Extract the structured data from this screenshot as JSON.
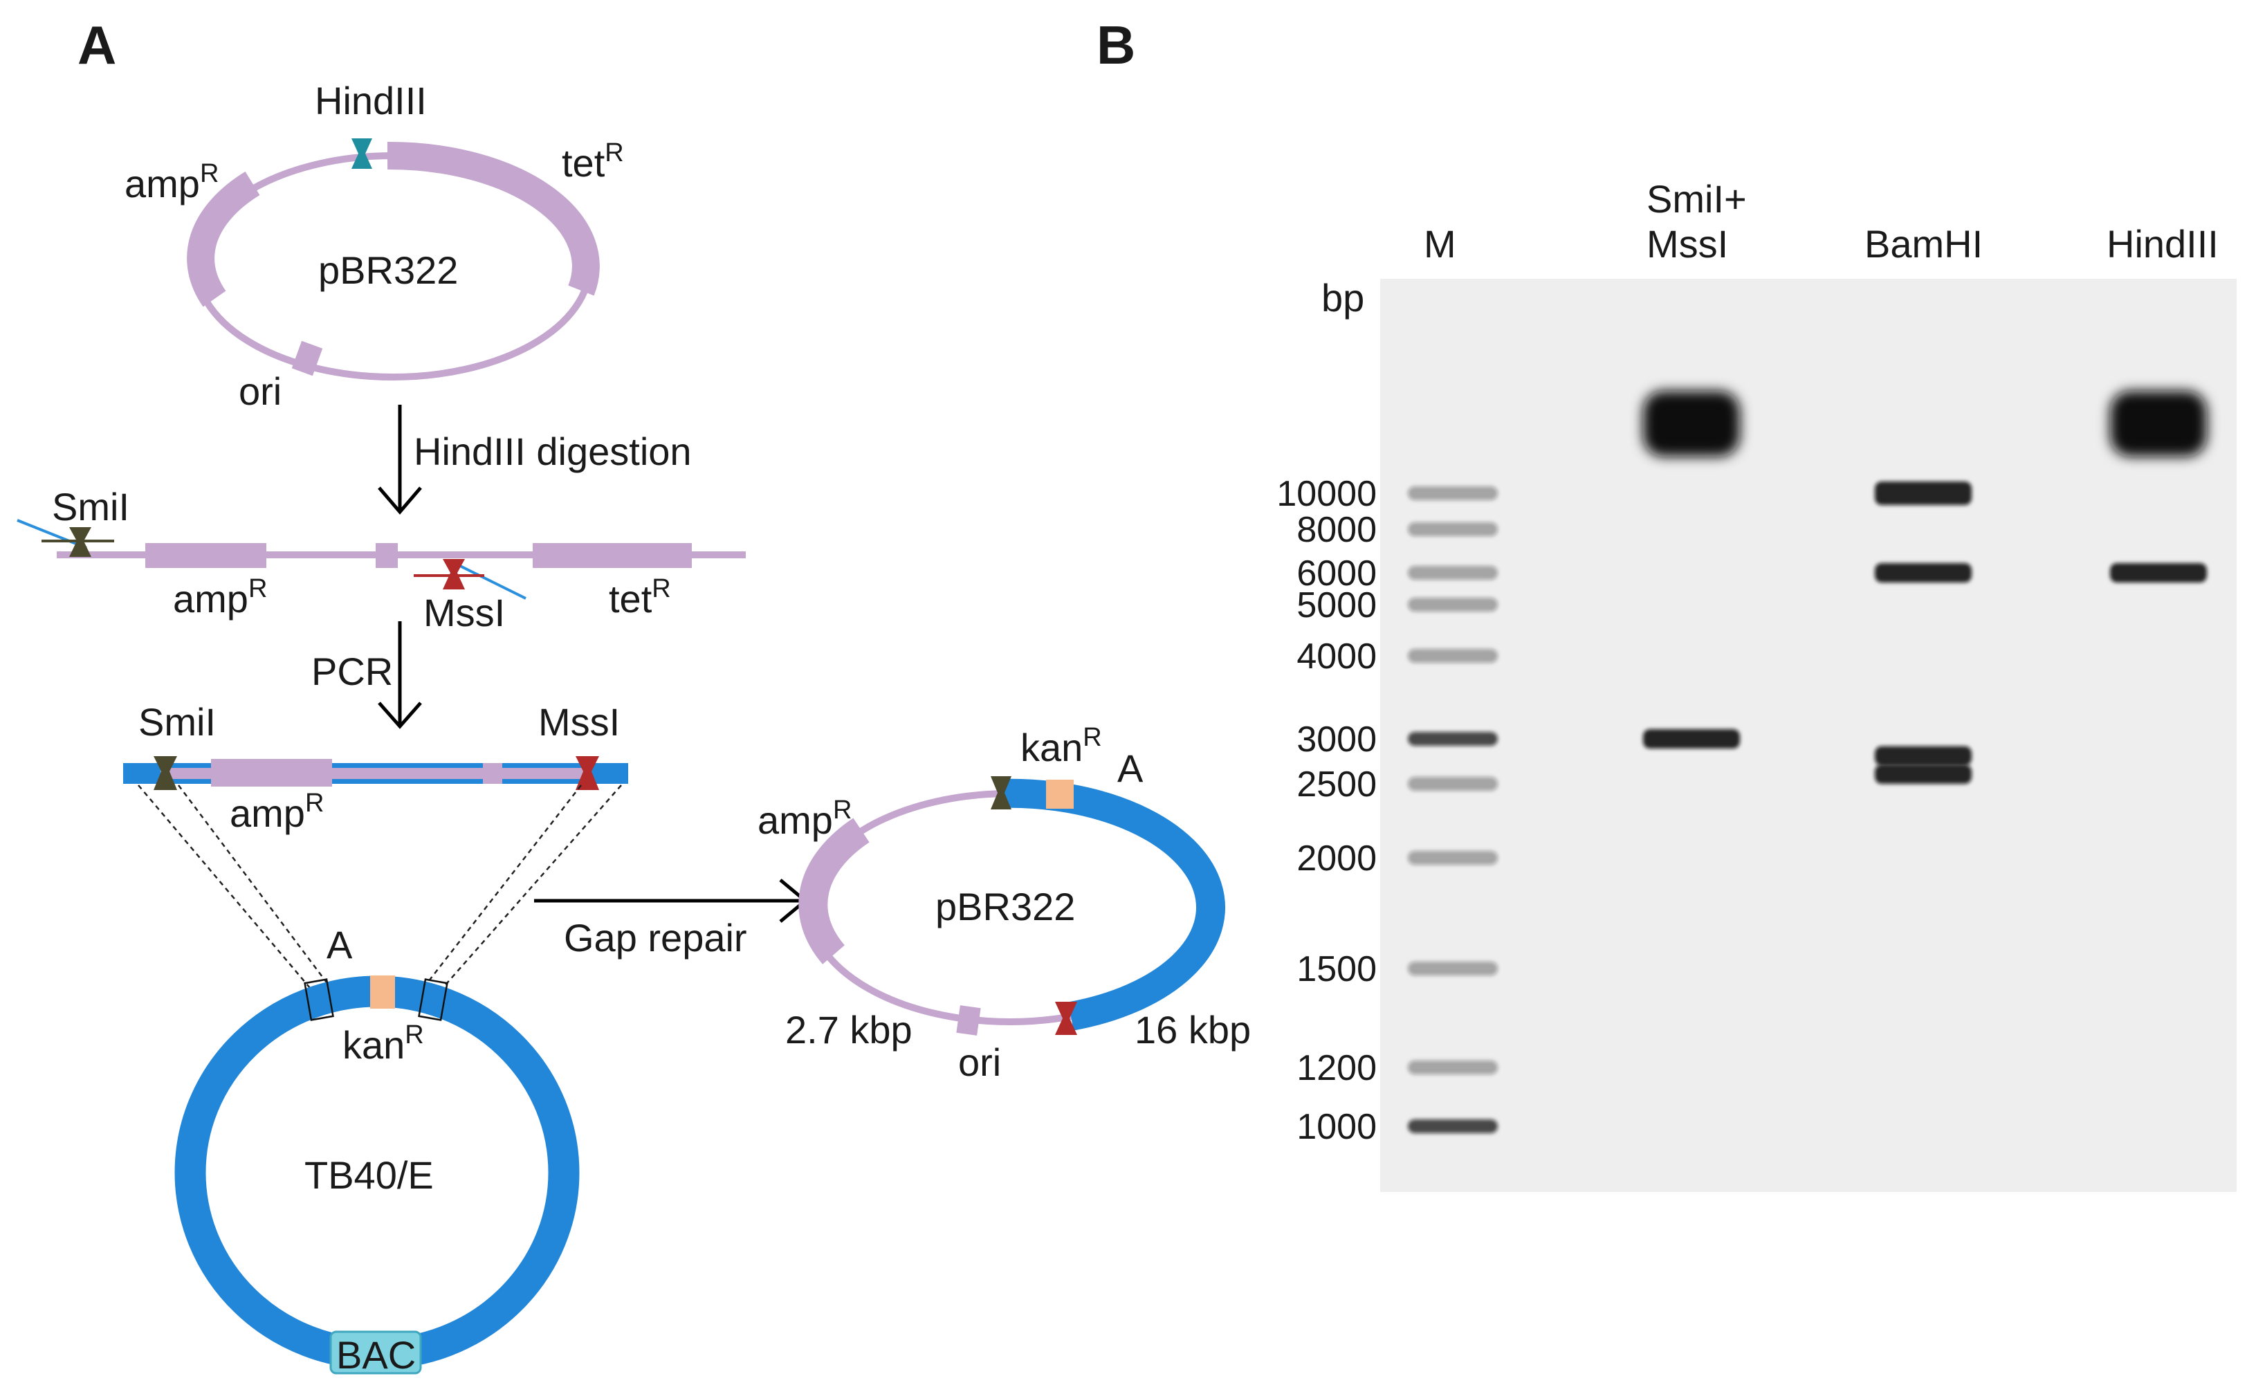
{
  "panels": {
    "a": "A",
    "b": "B"
  },
  "colors": {
    "backbone": "#c4a6cf",
    "bac_blue": "#2287d8",
    "kan_orange": "#f5b98c",
    "hindiii_site": "#1f8fa0",
    "smii_site": "#4b4a2e",
    "mssi_site": "#b32a2a",
    "primer_line": "#2a8fdc",
    "bac_box": "#7fd2e0",
    "gel_bg": "#eeeeee",
    "gel_band": "#111111"
  },
  "icons": {
    "hindiii_site": "restriction-site-bowtie-icon",
    "smii_site": "restriction-site-bowtie-icon",
    "mssi_site": "restriction-site-bowtie-icon",
    "arrow": "arrow-icon"
  },
  "panel_a": {
    "plasmid_top": {
      "name": "pBR322",
      "site": "HindIII",
      "amp_base": "amp",
      "amp_sup": "R",
      "tet_base": "tet",
      "tet_sup": "R",
      "ori": "ori"
    },
    "step1_label": "HindIII digestion",
    "linear1": {
      "smii": "SmiI",
      "amp_base": "amp",
      "amp_sup": "R",
      "mssi": "MssI",
      "tet_base": "tet",
      "tet_sup": "R"
    },
    "step2_label": "PCR",
    "linear2": {
      "smii": "SmiI",
      "mssi": "MssI",
      "amp_base": "amp",
      "amp_sup": "R"
    },
    "bac": {
      "name": "TB40/E",
      "a_label": "A",
      "kan_base": "kan",
      "kan_sup": "R",
      "bac_box": "BAC"
    },
    "step3_label": "Gap repair",
    "product": {
      "name": "pBR322",
      "kan_base": "kan",
      "kan_sup": "R",
      "a_label": "A",
      "amp_base": "amp",
      "amp_sup": "R",
      "size_left": "2.7 kbp",
      "ori": "ori",
      "size_right": "16 kbp"
    }
  },
  "panel_b": {
    "unit": "bp",
    "lanes": [
      {
        "label_lines": [
          "M"
        ],
        "bands_bp": [
          10000,
          8000,
          6000,
          5000,
          4000,
          3000,
          2500,
          2000,
          1500,
          1200,
          1000
        ]
      },
      {
        "label_lines": [
          "SmiI+",
          "MssI"
        ],
        "bands_bp": [
          3000
        ]
      },
      {
        "label_lines": [
          "BamHI"
        ],
        "bands_bp": [
          10000,
          6000,
          2800,
          2600
        ]
      },
      {
        "label_lines": [
          "HindIII"
        ],
        "bands_bp": [
          6000
        ]
      }
    ],
    "ladder_labels": [
      "10000",
      "8000",
      "6000",
      "5000",
      "4000",
      "3000",
      "2500",
      "2000",
      "1500",
      "1200",
      "1000"
    ]
  }
}
